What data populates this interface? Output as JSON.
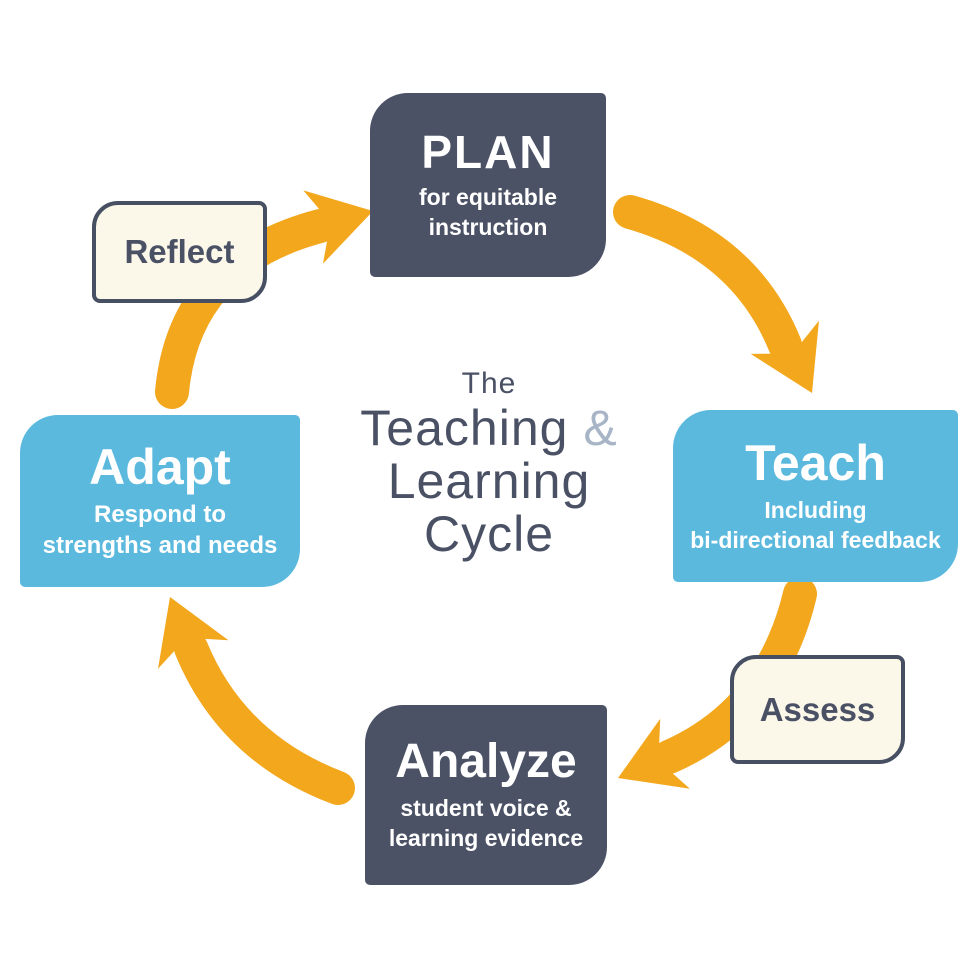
{
  "background": "#ffffff",
  "colors": {
    "background": "#ffffff",
    "dark": "#4C5266",
    "blue": "#5CB9DE",
    "cream": "#FBF7E9",
    "border": "#474F63",
    "orange": "#F3A71D",
    "slate_text": "#4A5165",
    "amp": "#A8B5C7"
  },
  "center_title": {
    "line1": "The",
    "line2_main": "Teaching",
    "line2_amp": "&",
    "line3": "Learning",
    "line4": "Cycle"
  },
  "nodes": {
    "plan": {
      "title": "PLAN",
      "subtitle_lines": [
        "for equitable",
        "instruction"
      ]
    },
    "teach": {
      "title": "Teach",
      "subtitle_lines": [
        "Including",
        "bi-directional feedback"
      ]
    },
    "analyze": {
      "title": "Analyze",
      "subtitle_lines": [
        "student voice &",
        "learning evidence"
      ]
    },
    "adapt": {
      "title": "Adapt",
      "subtitle_lines": [
        "Respond to",
        "strengths and needs"
      ]
    }
  },
  "labels": {
    "reflect": "Reflect",
    "assess": "Assess"
  }
}
